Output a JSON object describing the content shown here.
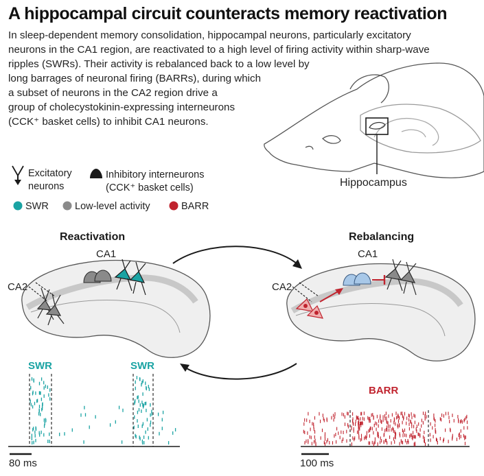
{
  "title": "A hippocampal circuit counteracts memory reactivation",
  "body_lines": [
    "In sleep-dependent memory consolidation, hippocampal neurons, particularly excitatory",
    "neurons in the CA1 region, are reactivated to a high level of firing activity within sharp-wave",
    "ripples (SWRs). Their activity is rebalanced back to a low level by",
    "long barrages of neuronal firing (BARRs), during which",
    "a subset of neurons in the CA2 region drive a",
    "group of cholecystokinin-expressing interneurons",
    "(CCK⁺ basket cells) to inhibit CA1 neurons."
  ],
  "brain_label": "Hippocampus",
  "legend": {
    "excitatory_line1": "Excitatory",
    "excitatory_line2": "neurons",
    "inhibitory_line1": "Inhibitory interneurons",
    "inhibitory_line2": "(CCK⁺ basket cells)",
    "swr": "SWR",
    "low": "Low-level activity",
    "barr": "BARR"
  },
  "panels": {
    "reactivation": {
      "title": "Reactivation",
      "ca1": "CA1",
      "ca2": "CA2"
    },
    "rebalancing": {
      "title": "Rebalancing",
      "ca1": "CA1",
      "ca2": "CA2"
    }
  },
  "raster": {
    "swr_label_1": "SWR",
    "swr_label_2": "SWR",
    "barr_label": "BARR",
    "scale_left": "80 ms",
    "scale_right": "100 ms"
  },
  "colors": {
    "teal": "#1aa3a3",
    "gray": "#8a8a8a",
    "red": "#c0232e"
  }
}
